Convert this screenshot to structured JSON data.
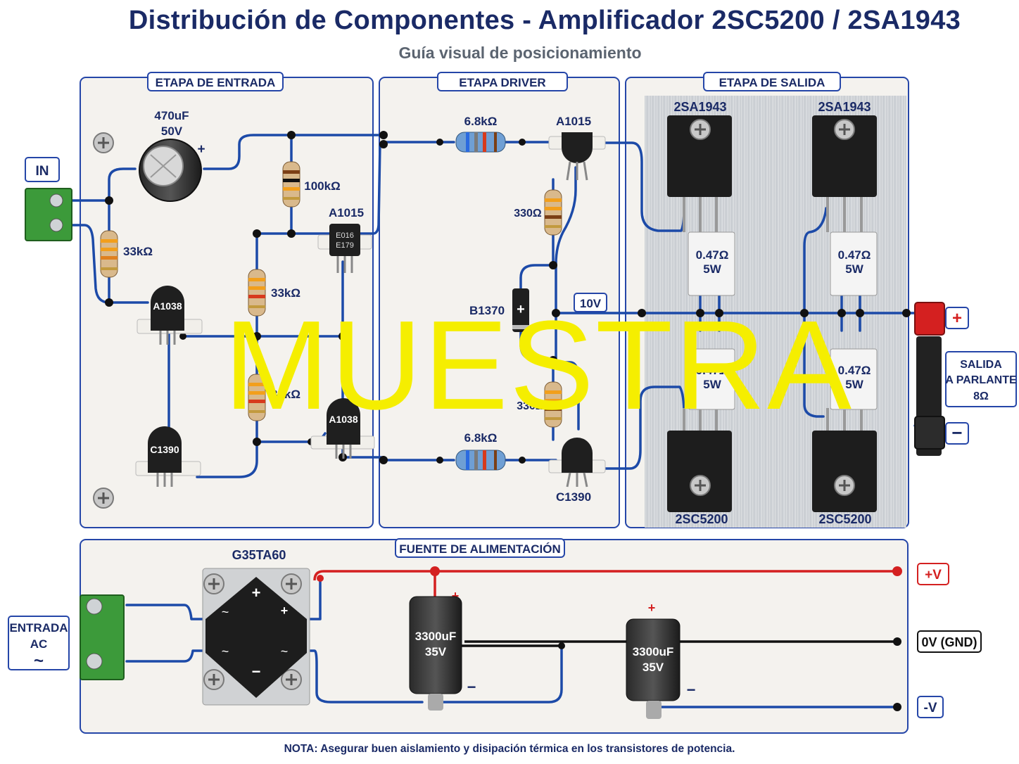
{
  "header": {
    "title": "Distribución de Componentes - Amplificador 2SC5200 / 2SA1943",
    "subtitle": "Guía visual de posicionamiento"
  },
  "sections": {
    "input": "ETAPA DE ENTRADA",
    "driver": "ETAPA DRIVER",
    "output": "ETAPA DE SALIDA",
    "power": "FUENTE DE ALIMENTACIÓN"
  },
  "input_stage": {
    "in_label": "IN",
    "cap_value": "470uF",
    "cap_voltage": "50V",
    "cap_plus": "+",
    "r_input": "33kΩ",
    "r_100k": "100kΩ",
    "r_33k_b": "33kΩ",
    "r_33k_c": "33kΩ",
    "q_a1038_left": "A1038",
    "q_c1390_left": "C1390",
    "q_a1015": "A1015",
    "q_a1015_mark1": "E016",
    "q_a1015_mark2": "E179",
    "q_a1038_right": "A1038"
  },
  "driver_stage": {
    "r_top": "6.8kΩ",
    "r_bottom": "6.8kΩ",
    "q_top": "A1015",
    "q_bottom": "C1390",
    "r_330_top": "330Ω",
    "r_330_bottom": "330Ω",
    "diode": "B1370",
    "diode_mark": "+",
    "rail_label": "10V"
  },
  "output_stage": {
    "q_top_left": "2SA1943",
    "q_top_right": "2SA1943",
    "q_bottom_left": "2SC5200",
    "q_bottom_right": "2SC5200",
    "r_emitter_value": "0.47Ω",
    "r_emitter_power": "5W",
    "speaker_label_1": "SALIDA",
    "speaker_label_2": "A PARLANTE",
    "speaker_label_3": "8Ω",
    "plus": "+",
    "minus": "−"
  },
  "power_supply": {
    "bridge": "G35TA60",
    "ac_label_1": "ENTRADA",
    "ac_label_2": "AC",
    "ac_symbol": "~",
    "cap_value": "3300uF",
    "cap_voltage": "35V",
    "cap_plus": "+",
    "cap_minus": "−",
    "rail_pos": "+V",
    "rail_gnd": "0V (GND)",
    "rail_neg": "-V",
    "bridge_plus": "+",
    "bridge_minus": "−",
    "bridge_ac": "~"
  },
  "note": "NOTA: Asegurar buen aislamiento y disipación térmica en los transistores de potencia.",
  "watermark": "MUESTRA",
  "colors": {
    "wire_blue": "#1c4aa8",
    "wire_red": "#d42020",
    "wire_black": "#111111",
    "frame_blue": "#2546a8",
    "label_navy": "#1a2a66",
    "terminal_green": "#3c9a3a",
    "watermark_yellow": "#f5ee00"
  }
}
